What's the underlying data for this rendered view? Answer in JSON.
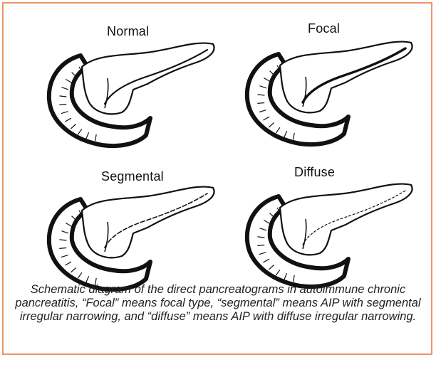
{
  "panels": [
    {
      "key": "normal",
      "label": "Normal",
      "duct": "normal"
    },
    {
      "key": "focal",
      "label": "Focal",
      "duct": "focal"
    },
    {
      "key": "segmental",
      "label": "Segmental",
      "duct": "segmental"
    },
    {
      "key": "diffuse",
      "label": "Diffuse",
      "duct": "diffuse"
    }
  ],
  "caption": "Schematic diagram of the direct pancreatograms in autoimmune chronic pancreatitis, “Focal” means focal type, “segmental” means AIP with segmental irregular narrowing, and “diffuse” means AIP with diffuse irregular narrowing."
}
